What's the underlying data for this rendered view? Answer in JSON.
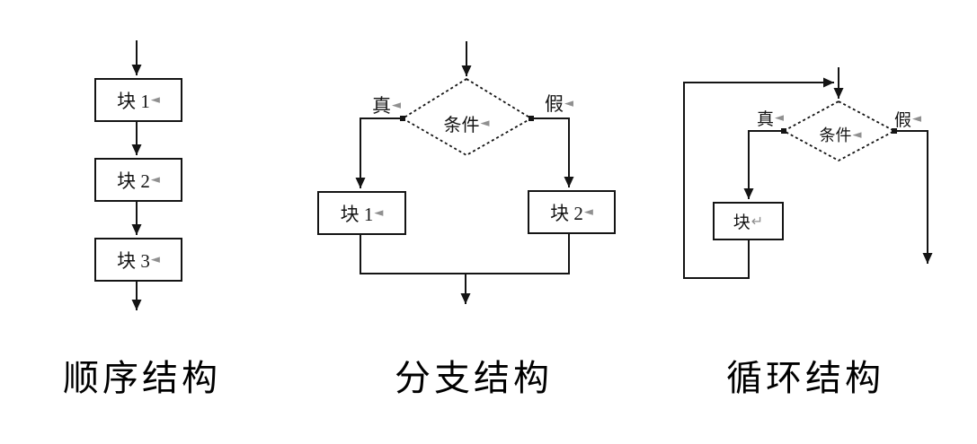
{
  "colors": {
    "line": "#141414",
    "text": "#141414",
    "format_mark": "#909090",
    "background": "#ffffff"
  },
  "diagrams": [
    {
      "id": "sequence",
      "caption": "顺序结构",
      "nodes": [
        {
          "label": "块 1",
          "mark": "◄"
        },
        {
          "label": "块 2",
          "mark": "◄"
        },
        {
          "label": "块 3",
          "mark": "◄"
        }
      ]
    },
    {
      "id": "branch",
      "caption": "分支结构",
      "condition": {
        "label": "条件",
        "mark": "◄"
      },
      "branch_true": {
        "label": "真",
        "mark": "◄"
      },
      "branch_false": {
        "label": "假",
        "mark": "◄"
      },
      "nodes": [
        {
          "label": "块 1",
          "mark": "◄"
        },
        {
          "label": "块 2",
          "mark": "◄"
        }
      ]
    },
    {
      "id": "loop",
      "caption": "循环结构",
      "condition": {
        "label": "条件",
        "mark": "◄"
      },
      "branch_true": {
        "label": "真",
        "mark": "◄"
      },
      "branch_false": {
        "label": "假",
        "mark": "◄"
      },
      "nodes": [
        {
          "label": "块",
          "mark": "↵"
        }
      ]
    }
  ]
}
